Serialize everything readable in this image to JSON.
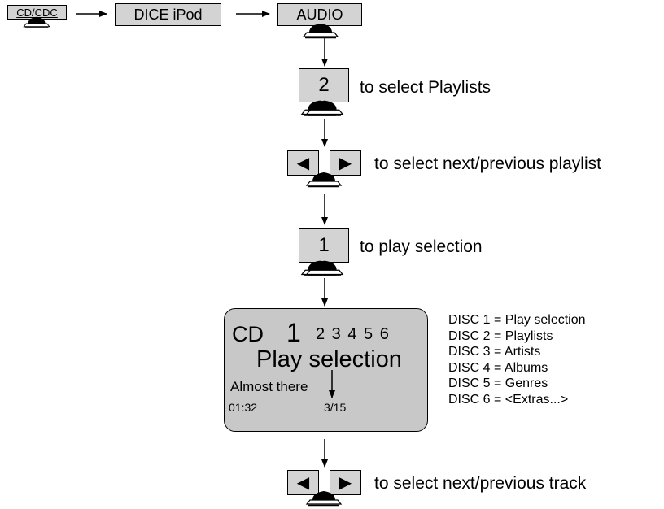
{
  "top_row": {
    "source_label": "CD/CDC",
    "adapter_label": "DICE iPod",
    "audio_label": "AUDIO"
  },
  "steps": [
    {
      "key": "2",
      "text": "to select Playlists"
    },
    {
      "key_left": "◀",
      "key_right": "▶",
      "text": "to select next/previous playlist"
    },
    {
      "key": "1",
      "text": "to play selection"
    },
    {
      "key_left": "◀",
      "key_right": "▶",
      "text": "to select next/previous track"
    }
  ],
  "display": {
    "source": "CD",
    "active_disc": "1",
    "other_discs": "2 3 4 5 6",
    "mode": "Play selection",
    "track_title": "Almost there",
    "time": "01:32",
    "track_count": "3/15"
  },
  "disc_legend": [
    "DISC 1 = Play selection",
    "DISC 2 = Playlists",
    "DISC 3 = Artists",
    "DISC 4 = Albums",
    "DISC 5 = Genres",
    "DISC 6 = <Extras...>"
  ],
  "colors": {
    "button_fill": "#d3d3d3",
    "display_fill": "#c8c8c8",
    "ink": "#000000"
  }
}
